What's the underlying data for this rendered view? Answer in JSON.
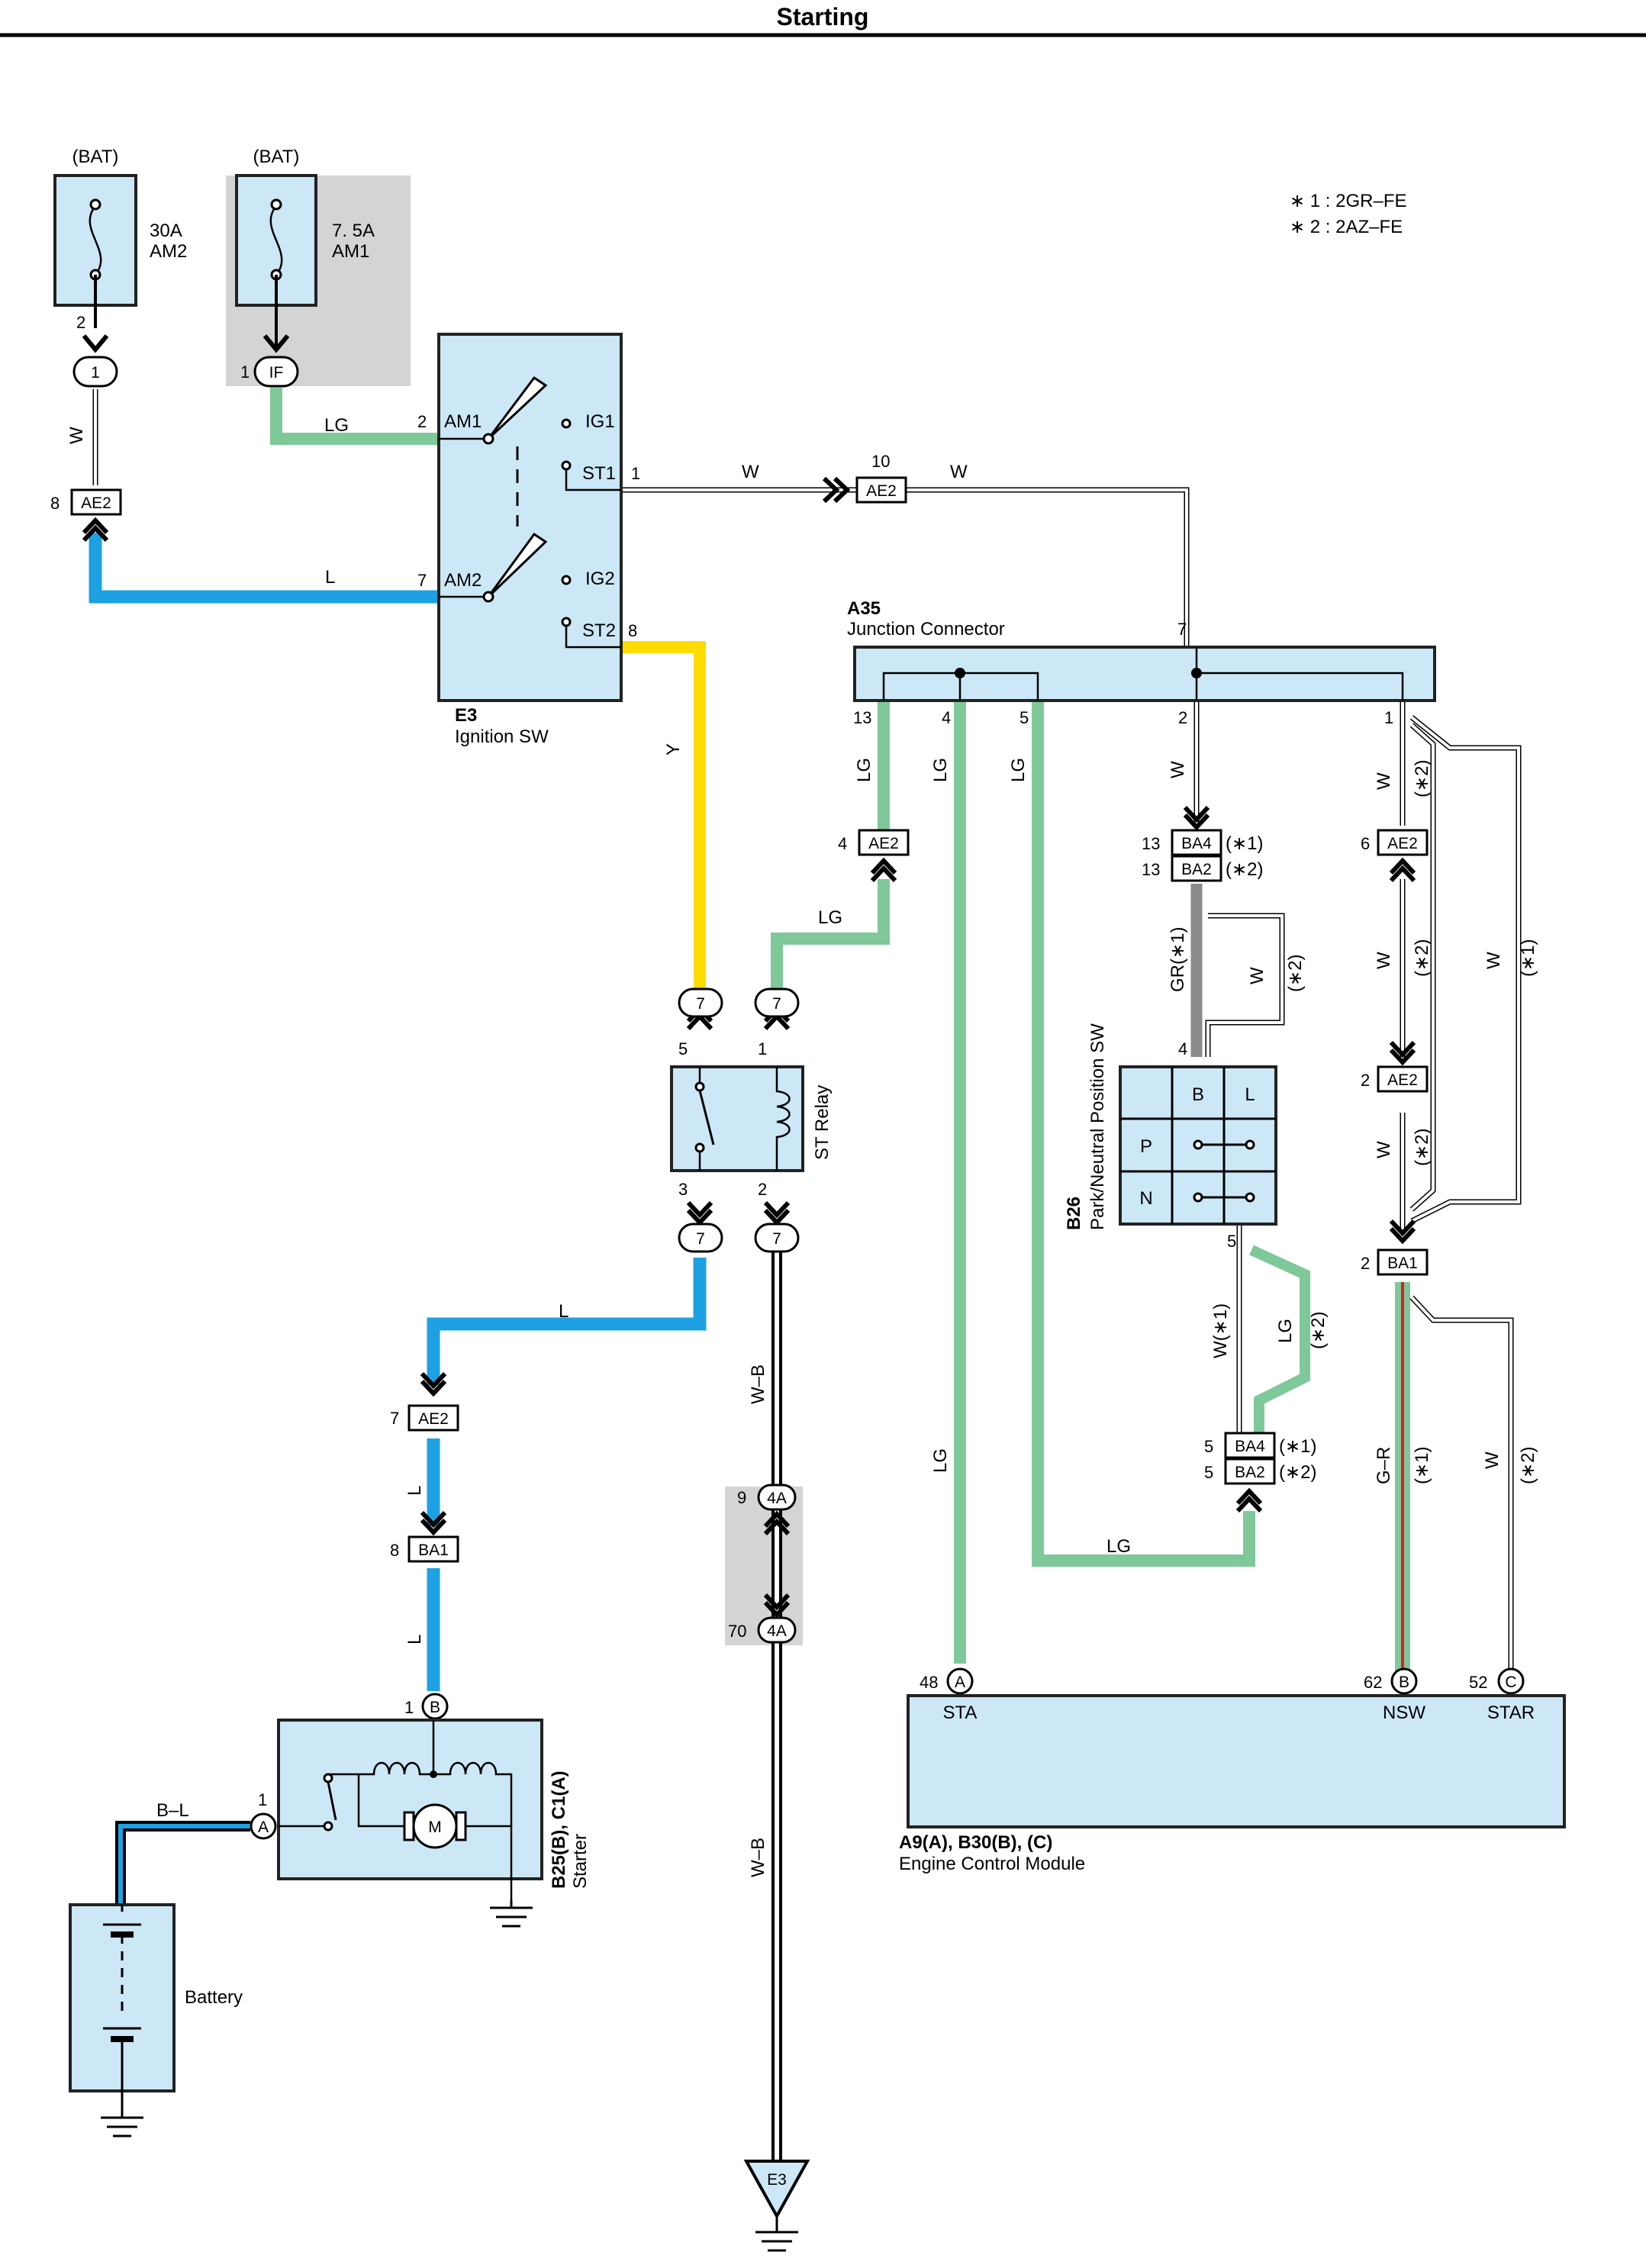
{
  "title": "Starting",
  "legend": [
    "∗ 1 : 2GR–FE",
    "∗ 2 : 2AZ–FE"
  ],
  "fuses": [
    {
      "source": "(BAT)",
      "rating": "30A",
      "name": "AM2"
    },
    {
      "source": "(BAT)",
      "rating": "7. 5A",
      "name": "AM1"
    }
  ],
  "components": {
    "ignition": {
      "code": "E3",
      "name": "Ignition SW",
      "terminals": [
        "AM1",
        "IG1",
        "ST1",
        "AM2",
        "IG2",
        "ST2"
      ]
    },
    "junction": {
      "code": "A35",
      "name": "Junction Connector"
    },
    "relay": {
      "name": "ST Relay"
    },
    "pnp": {
      "code": "B26",
      "name": "Park/Neutral Position SW",
      "cells": [
        "B",
        "L",
        "P",
        "N"
      ]
    },
    "starter": {
      "code": "B25(B), C1(A)",
      "name": "Starter",
      "motor": "M"
    },
    "battery": {
      "name": "Battery"
    },
    "ecm": {
      "code": "A9(A), B30(B), (C)",
      "name": "Engine Control Module",
      "terminals": [
        "STA",
        "NSW",
        "STAR"
      ]
    },
    "ground": {
      "name": "E3"
    }
  },
  "connectors": {
    "c1": "1",
    "if": "IF",
    "ae2": "AE2",
    "ba4": "BA4",
    "ba2": "BA2",
    "ba1": "BA1",
    "c7": "7",
    "c4a": "4A",
    "a": "A",
    "b": "B",
    "c": "C",
    "v1": "(∗1)",
    "v2": "(∗2)"
  },
  "wires": {
    "W": "W",
    "LG": "LG",
    "L": "L",
    "Y": "Y",
    "WB": "W–B",
    "BL": "B–L",
    "GR1": "GR(∗1)",
    "W1": "W(∗1)",
    "GR": "G–R"
  },
  "pins": {
    "p1": "1",
    "p2": "2",
    "p3": "3",
    "p4": "4",
    "p5": "5",
    "p6": "6",
    "p7": "7",
    "p8": "8",
    "p9": "9",
    "p10": "10",
    "p13": "13",
    "p48": "48",
    "p52": "52",
    "p62": "62",
    "p70": "70"
  },
  "colors": {
    "lg": "#7fc89a",
    "blue": "#1ea1e3",
    "yellow": "#ffdc00",
    "gr": "#8a8a8a",
    "box": "#cce8f7",
    "red": "#e0201f"
  }
}
